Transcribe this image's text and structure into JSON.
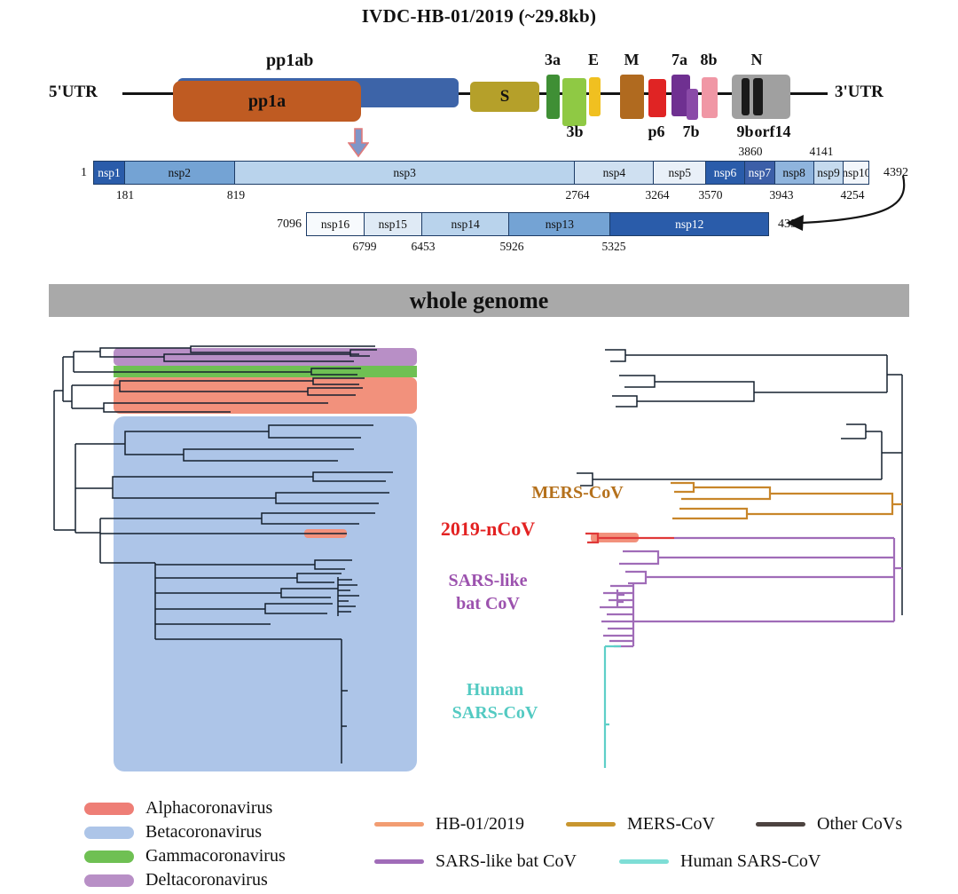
{
  "figure": {
    "title": "IVDC-HB-01/2019  (~29.8kb)",
    "banner": "whole genome"
  },
  "genome_map": {
    "utr5": "5'UTR",
    "utr3": "3'UTR",
    "pp1ab": "pp1ab",
    "pp1a": "pp1a",
    "s_gene": "S",
    "labels_above": [
      {
        "text": "3a"
      },
      {
        "text": "E"
      },
      {
        "text": "M"
      },
      {
        "text": "7a"
      },
      {
        "text": "8b"
      },
      {
        "text": "N"
      }
    ],
    "labels_below": [
      {
        "text": "3b"
      },
      {
        "text": "p6"
      },
      {
        "text": "7b"
      },
      {
        "text": "9b"
      },
      {
        "text": "orf14"
      }
    ]
  },
  "orf1a_row": {
    "start": "1",
    "end": "4392",
    "segments": [
      {
        "label": "nsp1"
      },
      {
        "label": "nsp2"
      },
      {
        "label": "nsp3"
      },
      {
        "label": "nsp4"
      },
      {
        "label": "nsp5"
      },
      {
        "label": "nsp6"
      },
      {
        "label": "nsp7"
      },
      {
        "label": "nsp8"
      },
      {
        "label": "nsp9"
      },
      {
        "label": "nsp10"
      }
    ],
    "coords_above": [
      {
        "text": "3860"
      },
      {
        "text": "4141"
      }
    ],
    "coords_below": [
      {
        "text": "181"
      },
      {
        "text": "819"
      },
      {
        "text": "2764"
      },
      {
        "text": "3264"
      },
      {
        "text": "3570"
      },
      {
        "text": "3943"
      },
      {
        "text": "4254"
      }
    ]
  },
  "orf1b_row": {
    "start": "7096",
    "end": "4393",
    "segments": [
      {
        "label": "nsp16"
      },
      {
        "label": "nsp15"
      },
      {
        "label": "nsp14"
      },
      {
        "label": "nsp13"
      },
      {
        "label": "nsp12"
      }
    ],
    "coords_below": [
      {
        "text": "6799"
      },
      {
        "text": "6453"
      },
      {
        "text": "5926"
      },
      {
        "text": "5325"
      }
    ]
  },
  "trees": {
    "annotations": {
      "mers": "MERS-CoV",
      "ncov": "2019-nCoV",
      "sars_like_1": "SARS-like",
      "sars_like_2": "bat CoV",
      "human_1": "Human",
      "human_2": "SARS-CoV"
    }
  },
  "legend_genera": [
    {
      "label": "Alphacoronavirus",
      "color": "#ee7e76"
    },
    {
      "label": "Betacoronavirus",
      "color": "#adc5e8"
    },
    {
      "label": "Gammacoronavirus",
      "color": "#6fc053"
    },
    {
      "label": "Deltacoronavirus",
      "color": "#b88fc6"
    }
  ],
  "legend_lineages": [
    {
      "label": "HB-01/2019",
      "color": "#f29d72"
    },
    {
      "label": "MERS-CoV",
      "color": "#c8962f"
    },
    {
      "label": "Other CoVs",
      "color": "#4c4340"
    },
    {
      "label": "SARS-like bat CoV",
      "color": "#a06cb8"
    },
    {
      "label": "Human SARS-CoV",
      "color": "#7eded6"
    }
  ],
  "colors": {
    "pp1ab_bar": "#3d64a8",
    "pp1a_bar": "#bf5b22",
    "s_gene": "#b5a02a",
    "gene_3a": "#3f8f35",
    "gene_3b": "#8fc944",
    "gene_e": "#f0c020",
    "gene_m": "#b06a1f",
    "gene_p6": "#e02424",
    "gene_7a": "#6f3091",
    "gene_7b": "#8a4aa8",
    "gene_8b": "#f097a5",
    "gene_n": "#a0a0a0",
    "banner_bg": "#a9a9a9",
    "ncov_branch": "#e03838",
    "ncov_highlight": "#f2917c",
    "mers_branch": "#c8862a",
    "sars_like_branch": "#a06cb8",
    "human_sars_branch": "#5ecfc8"
  }
}
